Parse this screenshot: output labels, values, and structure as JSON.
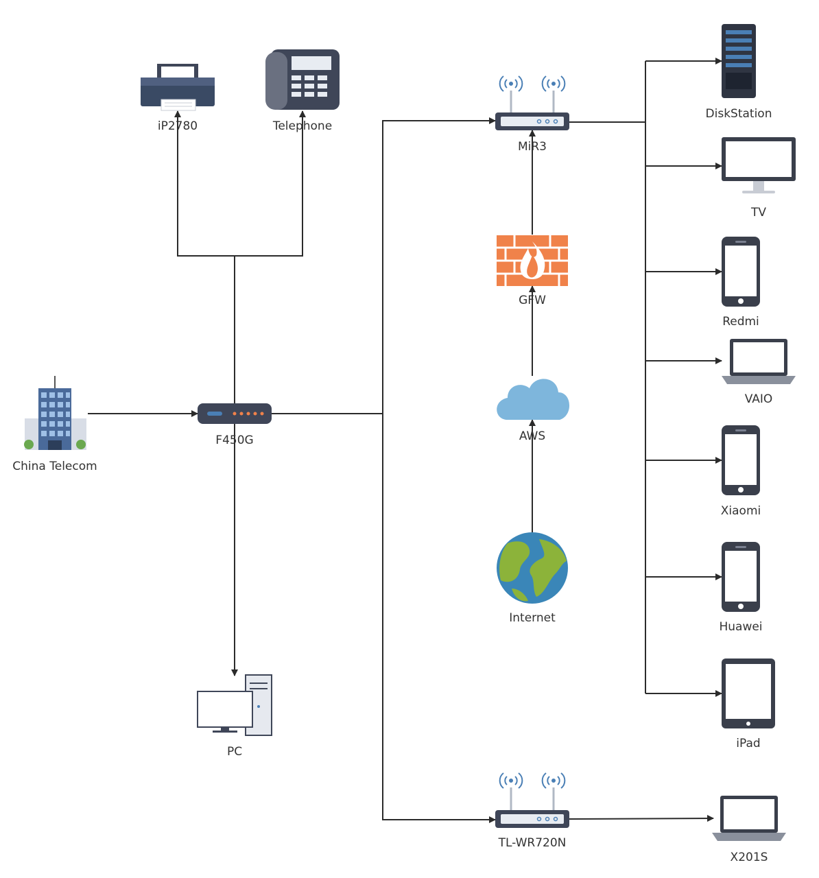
{
  "nodes": {
    "ip2780": "iP2780",
    "telephone": "Telephone",
    "china_telecom": "China Telecom",
    "f450g": "F450G",
    "pc": "PC",
    "mir3": "MiR3",
    "gfw": "GFW",
    "aws": "AWS",
    "internet": "Internet",
    "tl_wr720n": "TL-WR720N",
    "diskstation": "DiskStation",
    "tv": "TV",
    "redmi": "Redmi",
    "vaio": "VAIO",
    "xiaomi": "Xiaomi",
    "huawei": "Huawei",
    "ipad": "iPad",
    "x201s": "X201S"
  },
  "colors": {
    "line": "#2b2b2b",
    "router_body": "#3f4658",
    "router_light": "#e8ecf2",
    "wifi": "#4a7fb5",
    "firewall_brick": "#f0824a",
    "cloud": "#7eb6dc",
    "earth_ocean": "#3a86b8",
    "earth_land": "#8cb33a",
    "device_frame": "#3a3f4b",
    "screen": "#ffffff",
    "label": "#333333"
  }
}
